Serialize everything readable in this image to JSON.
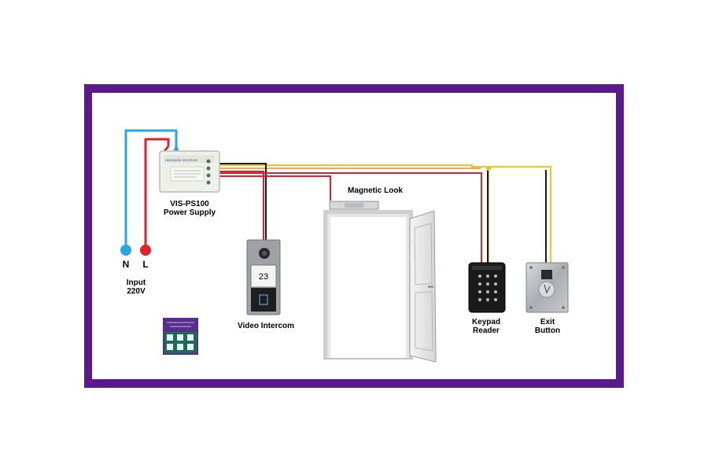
{
  "power_supply": {
    "name": "VIS-PS100",
    "subtitle": "Power Supply",
    "brand_text": "HIKVISION VIS-PS100"
  },
  "mains": {
    "neutral_label": "N",
    "live_label": "L",
    "input_label": "Input",
    "voltage_label": "220V"
  },
  "lock": {
    "label": "Magnetic Look"
  },
  "intercom": {
    "label": "Video Intercom",
    "display_number": "23"
  },
  "keypad": {
    "line1": "Keypad",
    "line2": "Reader"
  },
  "exit_button": {
    "line1": "Exit",
    "line2": "Button"
  },
  "colors": {
    "frame": "#5b1a8c",
    "neutral_wire": "#2aa7dc",
    "live_wire": "#e0202a",
    "yellow_wire": "#f2c318",
    "black_wire": "#1a1a1a",
    "orange_wire": "#f08a1c"
  },
  "icons": [
    "power-supply-box",
    "magnetic-lock",
    "door",
    "video-intercom-panel",
    "keypad-reader",
    "exit-button",
    "app-thumbnail"
  ]
}
